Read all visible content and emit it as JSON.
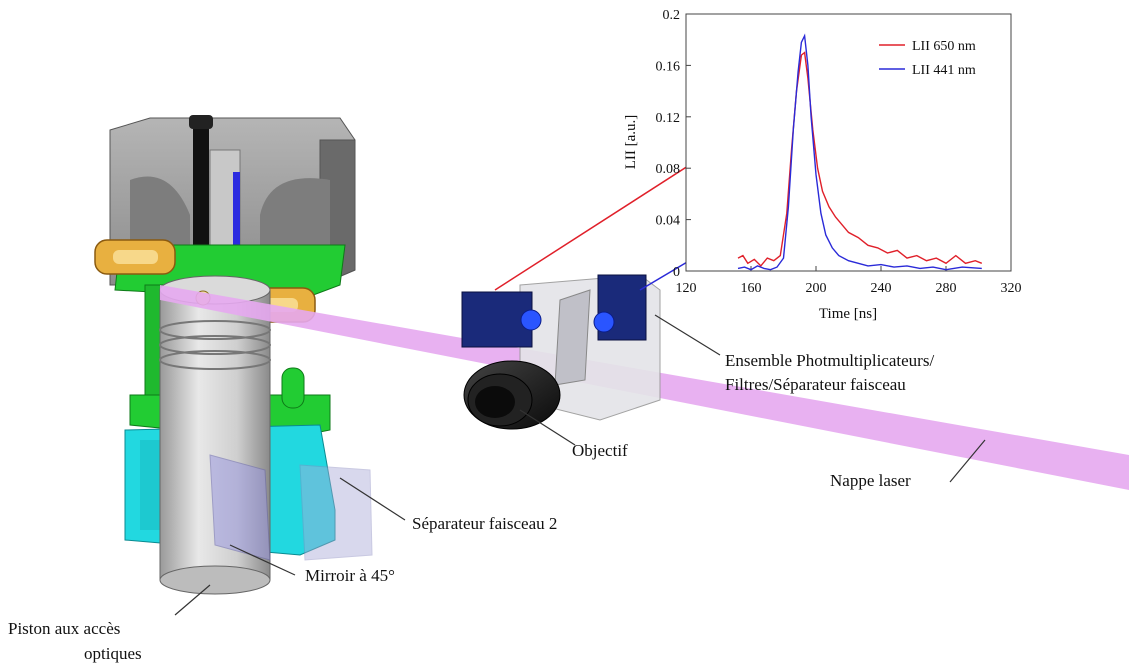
{
  "labels": {
    "pm_line1": "Ensemble Photmultiplicateurs/",
    "pm_line2": "Filtres/Séparateur faisceau",
    "objectif": "Objectif",
    "nappe": "Nappe laser",
    "separateur2": "Séparateur faisceau 2",
    "miroir": "Mirroir à 45°",
    "piston_line1": "Piston aux accès",
    "piston_line2": "optiques"
  },
  "colors": {
    "laser_sheet": "#e6a8ef",
    "series_650": "#e0202a",
    "series_441": "#2a2ad8",
    "engine_green": "#22cc33",
    "engine_cyan": "#22d8e0",
    "engine_gold": "#e8b040",
    "detector_blue": "#1a2a7a"
  },
  "chart_data": {
    "type": "line",
    "title": "",
    "xlabel": "Time [ns]",
    "ylabel": "LII [a.u.]",
    "xlim": [
      120,
      320
    ],
    "ylim": [
      0,
      0.2
    ],
    "xticks": [
      "120",
      "160",
      "200",
      "240",
      "280",
      "320"
    ],
    "yticks": [
      "0",
      "0.04",
      "0.08",
      "0.12",
      "0.16",
      "0.2"
    ],
    "legend_position": "top-right",
    "series": [
      {
        "name": "LII 650 nm",
        "color": "#e0202a",
        "x": [
          152,
          155,
          158,
          162,
          166,
          170,
          174,
          178,
          182,
          185,
          188,
          191,
          193,
          195,
          198,
          201,
          204,
          208,
          212,
          216,
          220,
          226,
          232,
          238,
          244,
          250,
          256,
          262,
          268,
          274,
          280,
          286,
          292,
          298,
          302
        ],
        "y": [
          0.01,
          0.012,
          0.006,
          0.009,
          0.004,
          0.01,
          0.008,
          0.012,
          0.045,
          0.095,
          0.14,
          0.168,
          0.17,
          0.15,
          0.11,
          0.08,
          0.062,
          0.05,
          0.042,
          0.036,
          0.03,
          0.026,
          0.02,
          0.018,
          0.014,
          0.016,
          0.01,
          0.012,
          0.008,
          0.01,
          0.006,
          0.012,
          0.006,
          0.008,
          0.006
        ]
      },
      {
        "name": "LII 441 nm",
        "color": "#2a2ad8",
        "x": [
          152,
          156,
          160,
          164,
          168,
          172,
          176,
          180,
          183,
          186,
          189,
          191,
          193,
          195,
          197,
          200,
          203,
          206,
          210,
          214,
          220,
          226,
          232,
          240,
          248,
          256,
          264,
          272,
          280,
          290,
          302
        ],
        "y": [
          0.002,
          0.003,
          0.001,
          0.004,
          0.002,
          0.001,
          0.003,
          0.01,
          0.05,
          0.11,
          0.155,
          0.178,
          0.183,
          0.16,
          0.12,
          0.075,
          0.045,
          0.028,
          0.018,
          0.012,
          0.008,
          0.006,
          0.004,
          0.005,
          0.003,
          0.004,
          0.002,
          0.003,
          0.001,
          0.003,
          0.002
        ]
      }
    ]
  }
}
